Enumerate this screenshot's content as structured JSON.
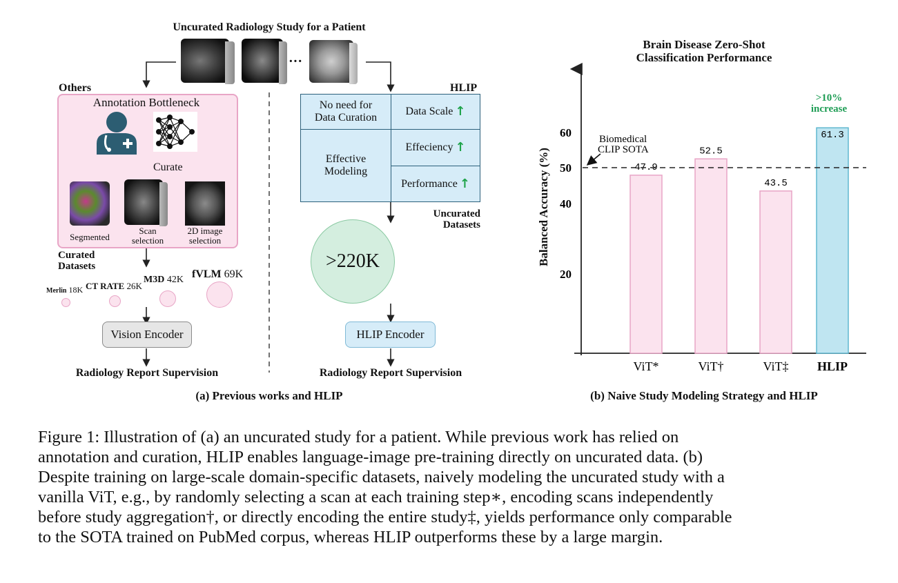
{
  "panel_a": {
    "top_title": "Uncurated Radiology Study for a Patient",
    "ellipsis": "···",
    "others_label": "Others",
    "hlip_label": "HLIP",
    "annotation_title": "Annotation Bottleneck",
    "curate_label": "Curate",
    "curated_items": [
      {
        "label": "Segmented"
      },
      {
        "label": "Scan\nselection"
      },
      {
        "label": "2D image\nselection"
      }
    ],
    "curated_datasets_label": "Curated\nDatasets",
    "datasets": [
      {
        "name": "Merlin",
        "size": "18K"
      },
      {
        "name": "CT RATE",
        "size": "26K"
      },
      {
        "name": "M3D",
        "size": "42K"
      },
      {
        "name": "fVLM",
        "size": "69K"
      }
    ],
    "vision_encoder": "Vision Encoder",
    "supervision_left": "Radiology Report Supervision",
    "hlip_table": {
      "no_need": "No need for\nData Curation",
      "effective": "Effective\nModeling",
      "rows": [
        "Data Scale",
        "Effeciency",
        "Performance"
      ]
    },
    "uncurated_datasets_label": "Uncurated\nDatasets",
    "circle_value": ">220K",
    "hlip_encoder": "HLIP Encoder",
    "supervision_right": "Radiology Report Supervision",
    "caption": "(a) Previous works and HLIP",
    "colors": {
      "pink_fill": "#fbe3ee",
      "pink_border": "#e8a5c6",
      "blue_fill": "#d6ecf8",
      "green_fill": "#d4eedf",
      "gray_fill": "#e6e6e6",
      "green_arrow": "#1fa34a"
    }
  },
  "panel_b": {
    "caption": "(b) Naive Study Modeling Strategy and HLIP",
    "annotation_line1": "Biomedical",
    "annotation_line2": "CLIP SOTA",
    "increase_line1": ">10%",
    "increase_line2": "increase",
    "colors": {
      "vit_fill": "#fbe3ee",
      "vit_border": "#e8a5c6",
      "hlip_fill": "#bfe5f1",
      "hlip_border": "#5fb7cf",
      "increase": "#1f9d55"
    }
  },
  "chart_data": {
    "type": "bar",
    "title": "Brain Disease Zero-Shot\nClassification Performance",
    "xlabel": "",
    "ylabel": "Balanced Accuracy (%)",
    "yticks": [
      "20",
      "40",
      "50",
      "60"
    ],
    "categories": [
      "ViT*",
      "ViT†",
      "ViT‡",
      "HLIP"
    ],
    "values": [
      47.9,
      52.5,
      43.5,
      61.3
    ],
    "value_labels": [
      "47.9",
      "52.5",
      "43.5",
      "61.3"
    ],
    "reference_line": 50,
    "grid": false
  },
  "figure_caption": {
    "lines": [
      "Figure 1: Illustration of (a) an uncurated study for a patient. While previous work has relied on",
      "annotation and curation, HLIP enables language-image pre-training directly on uncurated data. (b)",
      "Despite training on large-scale domain-specific datasets, naively modeling the uncurated study with a",
      "vanilla ViT, e.g., by randomly selecting a scan at each training step∗, encoding scans independently",
      "before study aggregation†, or directly encoding the entire study‡, yields performance only comparable",
      "to the SOTA trained on PubMed corpus, whereas HLIP outperforms these by a large margin."
    ]
  }
}
